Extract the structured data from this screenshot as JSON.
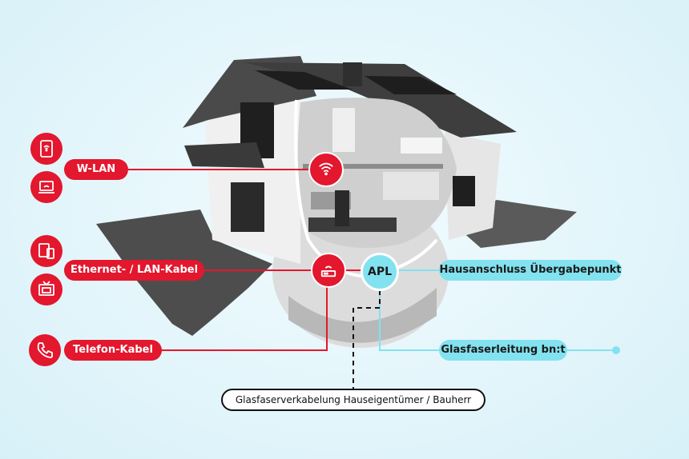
{
  "labels": {
    "wlan": "W-LAN",
    "ethernet": "Ethernet- / LAN-Kabel",
    "telefon": "Telefon-Kabel",
    "hausanschluss": "Hausanschluss Übergabepunkt",
    "glasfaserleitung": "Glasfaserleitung bn:t",
    "glasfaserverkabelung": "Glasfaserverkabelung Hauseigentümer / Bauherr",
    "apl": "APL"
  },
  "icons": {
    "wlan_devices": [
      "smartphone-wifi-icon",
      "laptop-wifi-icon"
    ],
    "ethernet_devices": [
      "devices-icon",
      "tv-icon"
    ],
    "telefon_device": "phone-icon",
    "wifi_badge": "wifi-icon",
    "router_badge": "router-icon"
  },
  "colors": {
    "accent_red": "#e3172d",
    "accent_cyan": "#82e2ef",
    "background": "#e3f6fb"
  }
}
